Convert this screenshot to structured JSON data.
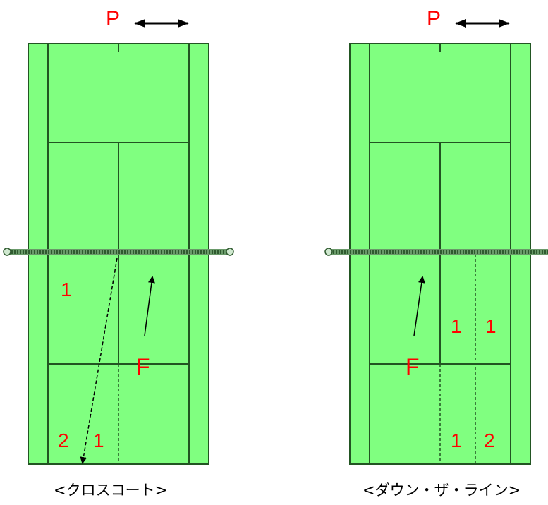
{
  "diagrams": [
    {
      "player_label": "P",
      "caption": "<クロスコート>",
      "positions": [
        "1",
        "2",
        "1"
      ],
      "forward_label": "F"
    },
    {
      "player_label": "P",
      "caption": "<ダウン・ザ・ライン>",
      "positions": [
        "1",
        "1",
        "1",
        "2"
      ],
      "forward_label": "F"
    }
  ],
  "colors": {
    "court": "#80ff80",
    "line": "#225522",
    "label": "#ff0000",
    "net": "#6a9a6a"
  }
}
